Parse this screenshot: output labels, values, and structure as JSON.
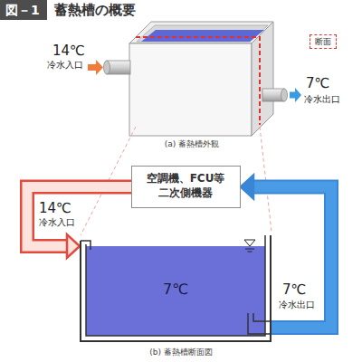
{
  "diagram": {
    "title": "蓄熱槽の概要",
    "nodes": [
      {
        "text": [
          "空調機、FCU等 二次側機器"
        ]
      },
      {
        "text": [
          "7℃"
        ]
      }
    ],
    "edges": [
      {
        "from": 0,
        "to": 1,
        "arrow": "to"
      },
      {
        "from": 1,
        "to": 0,
        "arrow": "to"
      }
    ],
    "labels": [
      "図－1",
      "14℃",
      "冷水入口",
      "7℃",
      "冷水出口",
      "(a) 蓄熱槽外観",
      "14℃",
      "冷水入口",
      "7℃",
      "冷水出口",
      "(b) 蓄熱槽断面図"
    ],
    "legend": [
      {
        "text": "断面"
      }
    ]
  }
}
